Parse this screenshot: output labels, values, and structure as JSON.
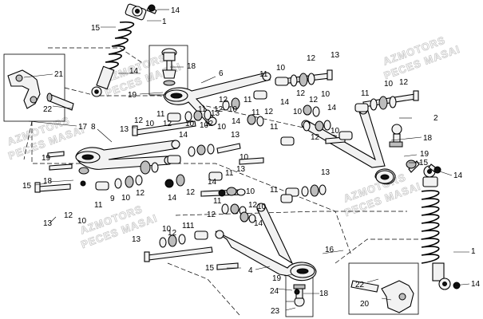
{
  "watermarks": [
    {
      "line1": "AZMOTORS",
      "line2": "PECES MASAI"
    },
    {
      "line1": "AZMOTORS",
      "line2": "PECES MASAI"
    },
    {
      "line1": "AZMOTORS",
      "line2": "PECES MASAI"
    },
    {
      "line1": "AZMOTORS",
      "line2": "PECES MASAI"
    },
    {
      "line1": "AZMOTORS",
      "line2": "PECES MASAI"
    }
  ],
  "callouts": {
    "c1": "14",
    "c2": "15",
    "c3": "1",
    "c4": "18",
    "c5": "21",
    "c6": "19",
    "c7": "14",
    "c8": "6",
    "c9": "22",
    "c10": "17",
    "c11": "8",
    "c12": "13",
    "c13": "12",
    "c14": "10",
    "c15": "11",
    "c16": "12",
    "c17": "10",
    "c18": "14",
    "c19": "12",
    "c20": "10",
    "c21": "13",
    "c22": "11",
    "c23": "13",
    "c24": "12",
    "c25": "10",
    "c26": "11",
    "c27": "12",
    "c28": "10",
    "c29": "14",
    "c30": "11",
    "c31": "12",
    "c32": "13",
    "c33": "12",
    "c34": "10",
    "c35": "14",
    "c36": "10",
    "c37": "12",
    "c38": "11",
    "c39": "12",
    "c40": "10",
    "c41": "14",
    "c42": "11",
    "c43": "12",
    "c44": "10",
    "c45": "11",
    "c46": "12",
    "c47": "10",
    "c48": "2",
    "c49": "18",
    "c50": "19",
    "c51": "15",
    "c52": "14",
    "c53": "19",
    "c54": "15",
    "c55": "18",
    "c56": "13",
    "c57": "11",
    "c58": "9",
    "c59": "10",
    "c60": "12",
    "c61": "13",
    "c62": "14",
    "c63": "12",
    "c64": "10",
    "c65": "11",
    "c66": "14",
    "c67": "12",
    "c68": "10",
    "c69": "11",
    "c70": "13",
    "c71": "10",
    "c72": "12",
    "c73": "11",
    "c74": "12",
    "c75": "10",
    "c76": "14",
    "c77": "11",
    "c78": "13",
    "c79": "12",
    "c80": "10",
    "c81": "11",
    "c82": "15",
    "c83": "4",
    "c84": "16",
    "c85": "19",
    "c86": "24",
    "c87": "18",
    "c88": "23",
    "c89": "22",
    "c90": "20",
    "c91": "1",
    "c92": "14"
  }
}
